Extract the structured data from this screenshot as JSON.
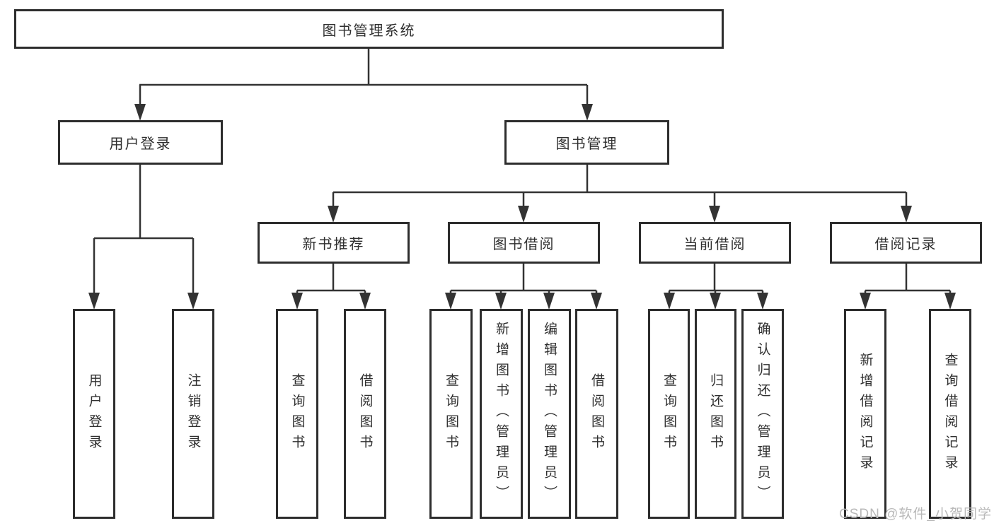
{
  "diagram": {
    "title": "图书管理系统",
    "level2": {
      "user_login": "用户登录",
      "book_management": "图书管理"
    },
    "level3": {
      "new_book": "新书推荐",
      "book_borrow": "图书借阅",
      "current_borrow": "当前借阅",
      "borrow_record": "借阅记录"
    },
    "leaves": {
      "user_login": [
        "用户登录",
        "注销登录"
      ],
      "new_book": [
        "查询图书",
        "借阅图书"
      ],
      "book_borrow": [
        "查询图书",
        "新增图书（管理员）",
        "编辑图书（管理员）",
        "借阅图书"
      ],
      "current_borrow": [
        "查询图书",
        "归还图书",
        "确认归还（管理员）"
      ],
      "borrow_record": [
        "新增借阅记录",
        "查询借阅记录"
      ]
    }
  },
  "watermark": "CSDN @软件_小贺同学",
  "colors": {
    "line": "#333333",
    "border": "#2d2d2d",
    "text": "#2f2f2f",
    "watermark": "#b9b9b9",
    "background": "#ffffff"
  }
}
